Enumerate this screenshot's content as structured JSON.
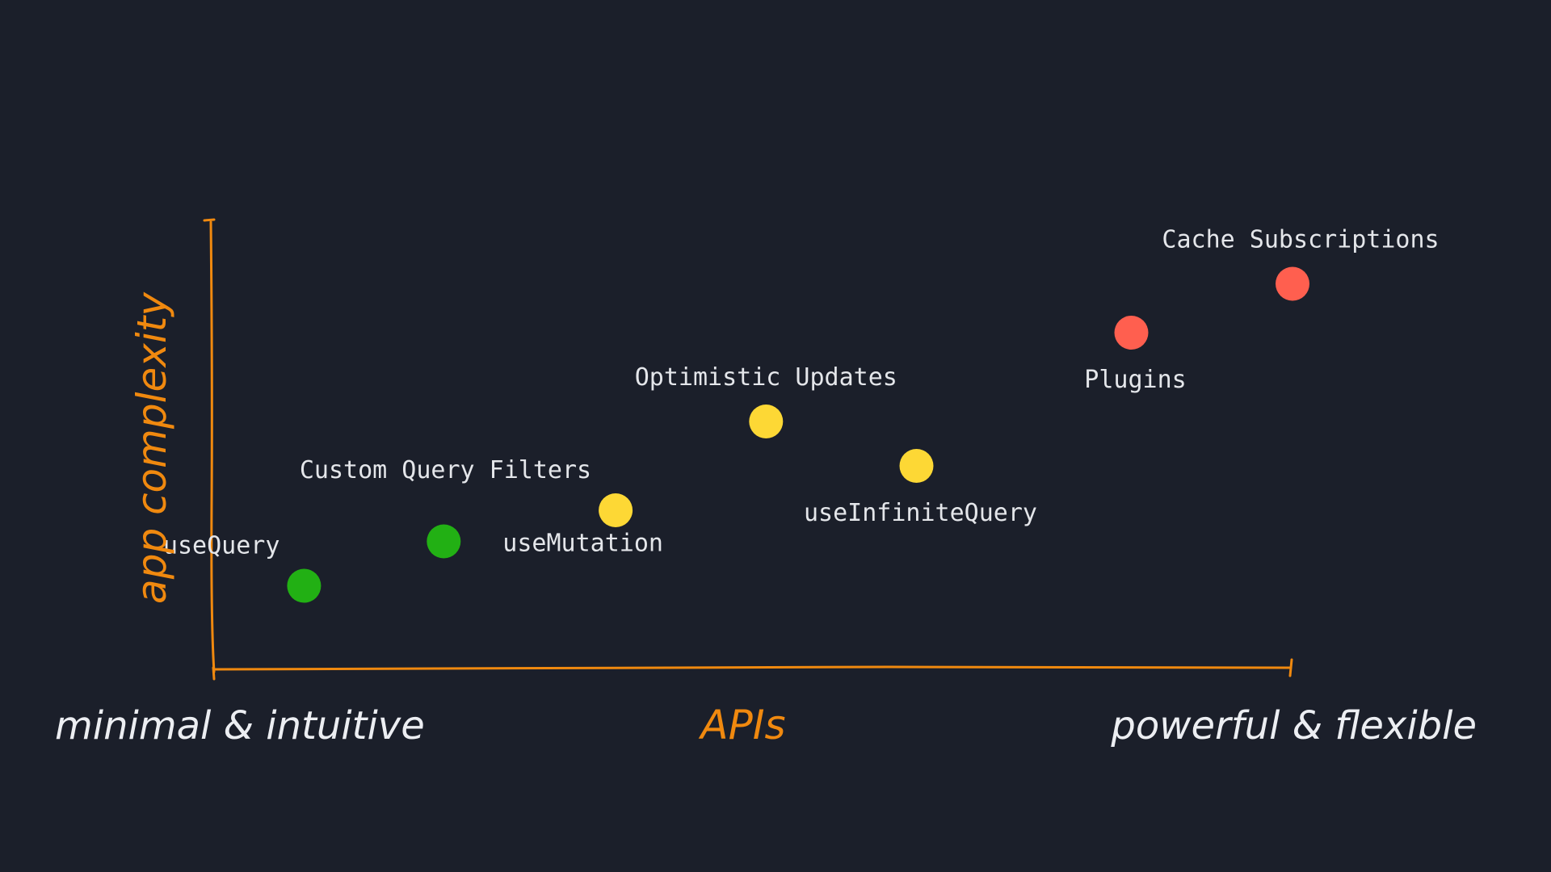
{
  "chart_data": {
    "type": "scatter",
    "title": "",
    "xlabel": "APIs",
    "ylabel": "app complexity",
    "x_low_label": "minimal & intuitive",
    "x_high_label": "powerful & flexible",
    "xlim": [
      0,
      100
    ],
    "ylim": [
      0,
      100
    ],
    "grid": false,
    "legend": "none",
    "colors": {
      "background": "#1b1f2a",
      "axis": "#f0890f",
      "text": "#e4e6ea",
      "green": "#22b014",
      "yellow": "#fdd835",
      "red": "#ff5f4f"
    },
    "points": [
      {
        "label": "useQuery",
        "x": 8,
        "y": 19,
        "color": "green",
        "label_pos": "upper-left"
      },
      {
        "label": "useMutation",
        "x": 21,
        "y": 29,
        "color": "green",
        "label_pos": "lower-right"
      },
      {
        "label": "Custom Query Filters",
        "x": 37,
        "y": 36,
        "color": "yellow",
        "label_pos": "upper-left"
      },
      {
        "label": "Optimistic Updates",
        "x": 51,
        "y": 56,
        "color": "yellow",
        "label_pos": "above"
      },
      {
        "label": "useInfiniteQuery",
        "x": 65,
        "y": 46,
        "color": "yellow",
        "label_pos": "below"
      },
      {
        "label": "Plugins",
        "x": 85,
        "y": 76,
        "color": "red",
        "label_pos": "below"
      },
      {
        "label": "Cache Subscriptions",
        "x": 100,
        "y": 87,
        "color": "red",
        "label_pos": "above"
      }
    ]
  }
}
